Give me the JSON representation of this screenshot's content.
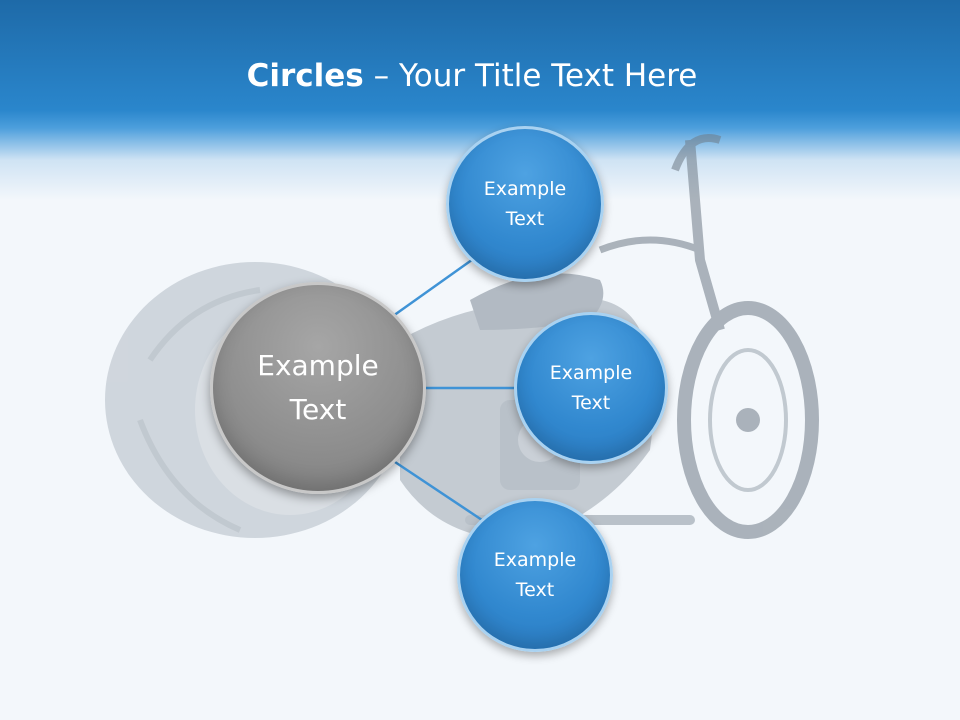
{
  "title": {
    "bold": "Circles",
    "rest": " – Your Title Text Here"
  },
  "diagram": {
    "center": {
      "label": "Example\nText"
    },
    "nodes": [
      {
        "label": "Example\nText"
      },
      {
        "label": "Example\nText"
      },
      {
        "label": "Example\nText"
      }
    ]
  },
  "colors": {
    "header": "#2a86cc",
    "node_blue": "#3188cf",
    "center_gray": "#8f8f8f",
    "connector": "#3f93d6",
    "background": "#f3f7fb"
  }
}
